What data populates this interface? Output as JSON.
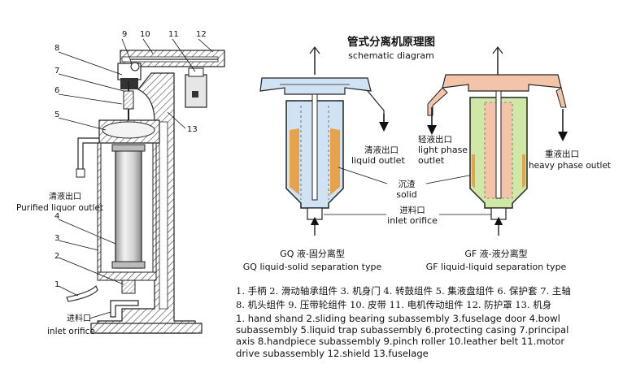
{
  "title_cn": "管式分离机原理图",
  "title_en": "schematic diagram",
  "left_machine": {
    "callouts": [
      "1",
      "2",
      "3",
      "4",
      "5",
      "6",
      "7",
      "8",
      "9",
      "10",
      "11",
      "12",
      "13"
    ],
    "purified_outlet_cn": "清液出口",
    "purified_outlet_en": "Purified liquor outlet",
    "inlet_cn": "进料口",
    "inlet_en": "inlet orifice"
  },
  "gq": {
    "liquid_outlet_cn": "清液出口",
    "liquid_outlet_en": "liquid outlet",
    "caption_cn": "GQ 液-固分离型",
    "caption_en": "GQ liquid-solid separation type"
  },
  "gf": {
    "light_outlet_cn": "轻液出口",
    "light_outlet_en_1": "light phase",
    "light_outlet_en_2": "outlet",
    "heavy_outlet_cn": "重液出口",
    "heavy_outlet_en": "heavy phase outlet",
    "caption_cn": "GF 液-液分离型",
    "caption_en": "GF liquid-liquid separation type"
  },
  "shared": {
    "solid_cn": "沉渣",
    "solid_en": "solid",
    "inlet_cn": "进料口",
    "inlet_en": "inlet orifice"
  },
  "legend_cn": [
    "1. 手柄 2. 滑动轴承组件 3. 机身门 4. 转鼓组件 5. 集液盘组件 6. 保护套 7. 主轴",
    "8. 机头组件 9. 压带轮组件 10. 皮带 11. 电机传动组件 12. 防护罩 13. 机身"
  ],
  "legend_en": [
    "1. hand shand  2.sliding bearing subassembly  3.fuselage door  4.bowl",
    "subassembly  5.liquid trap subassembly  6.protecting casing  7.principal",
    "axis  8.handpiece subassembly 9.pinch roller  10.leather belt  11.motor",
    "drive subassembly  12.shield 13.fuselage"
  ],
  "colors": {
    "light_liquid_blue": "#cfe3f4",
    "solid_orange": "#e7a24a",
    "light_phase_pink": "#f4c4a8",
    "heavy_phase_green": "#cfe8a8",
    "outline": "#222222",
    "hatch": "#333333"
  }
}
